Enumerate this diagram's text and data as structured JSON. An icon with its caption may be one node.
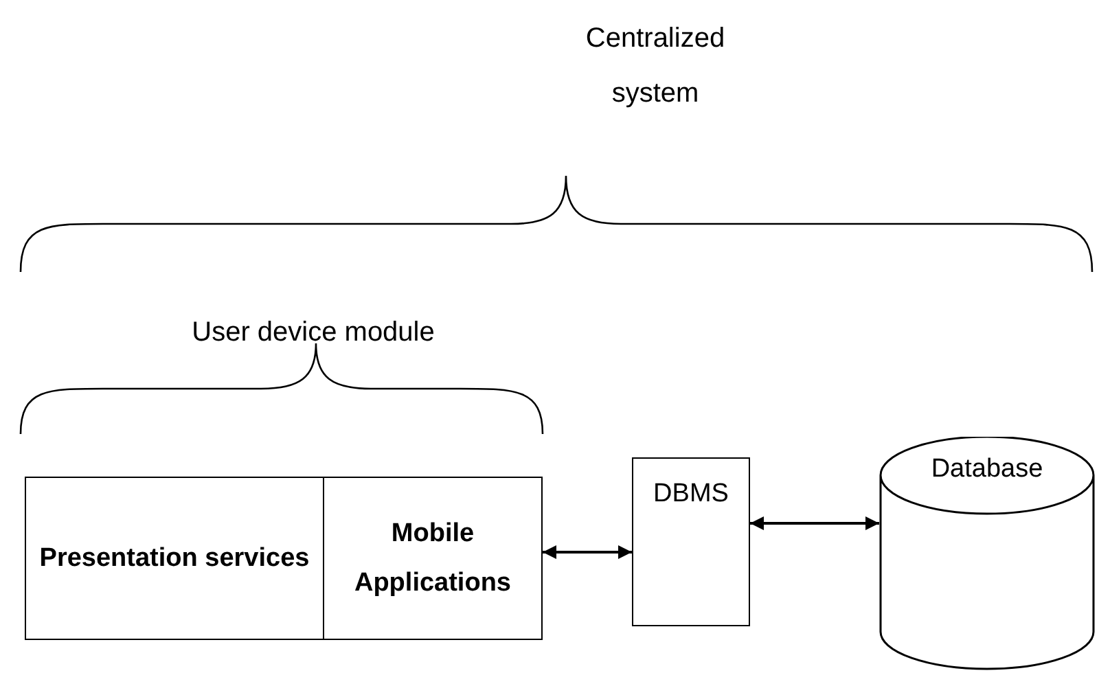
{
  "diagram": {
    "nodes": [
      {
        "text": [
          "Presentation services"
        ]
      },
      {
        "text": [
          "Mobile Applications"
        ]
      },
      {
        "text": [
          "DBMS"
        ]
      },
      {
        "text": [
          "Database"
        ]
      }
    ],
    "edges": [
      {
        "from": 1,
        "to": 2,
        "arrow": "both"
      },
      {
        "from": 2,
        "to": 3,
        "arrow": "both"
      }
    ],
    "labels": [
      "Centralized system",
      "User device module"
    ]
  }
}
